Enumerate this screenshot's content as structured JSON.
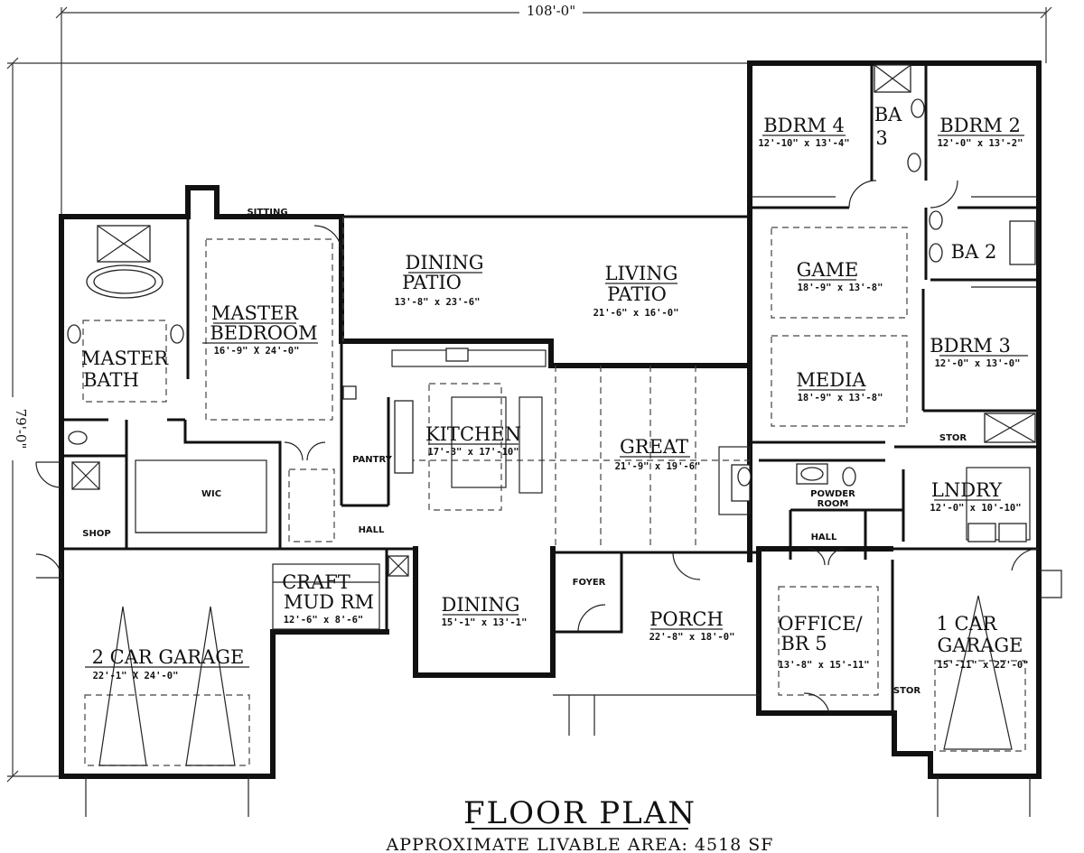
{
  "overall": {
    "width": "108'-0\"",
    "depth": "79'-0\""
  },
  "title": "FLOOR PLAN",
  "subtitle": "APPROXIMATE LIVABLE AREA: 4518 SF",
  "rooms": {
    "bdrm4": {
      "name": "BDRM 4",
      "dims": "12'-10\" x 13'-4\""
    },
    "ba3_line1": "BA",
    "ba3_line2": "3",
    "bdrm2": {
      "name": "BDRM 2",
      "dims": "12'-0\" x 13'-2\""
    },
    "ba2": "BA 2",
    "sitting": "SITTING",
    "master_bedroom": {
      "line1": "MASTER",
      "line2": "BEDROOM",
      "dims": "16'-9\" X 24'-0\""
    },
    "dining_patio": {
      "line1": "DINING",
      "line2": "PATIO",
      "dims": "13'-8\" x 23'-6\""
    },
    "living_patio": {
      "line1": "LIVING",
      "line2": "PATIO",
      "dims": "21'-6\" x 16'-0\""
    },
    "game": {
      "name": "GAME",
      "dims": "18'-9\" x 13'-8\""
    },
    "bdrm3": {
      "name": "BDRM 3",
      "dims": "12'-0\" x 13'-0\""
    },
    "master_bath": {
      "line1": "MASTER",
      "line2": "BATH"
    },
    "media": {
      "name": "MEDIA",
      "dims": "18'-9\" x 13'-8\""
    },
    "kitchen": {
      "name": "KITCHEN",
      "dims": "17'-3\" x 17'-10\""
    },
    "pantry": "PANTRY",
    "great": {
      "name": "GREAT",
      "dims": "21'-9\" x 19'-6\""
    },
    "stor_top": "STOR",
    "wic": "WIC",
    "powder": {
      "line1": "POWDER",
      "line2": "ROOM"
    },
    "lndry": {
      "name": "LNDRY",
      "dims": "12'-0\" x 10'-10\""
    },
    "shop": "SHOP",
    "hall_left": "HALL",
    "hall_right": "HALL",
    "craft": {
      "line1": "CRAFT",
      "line2": "MUD RM",
      "dims": "12'-6\" x 8'-6\""
    },
    "dining": {
      "name": "DINING",
      "dims": "15'-1\" x 13'-1\""
    },
    "foyer": "FOYER",
    "porch": {
      "name": "PORCH",
      "dims": "22'-8\" x 18'-0\""
    },
    "office": {
      "line1": "OFFICE/",
      "line2": "BR 5",
      "dims": "13'-8\" x 15'-11\""
    },
    "garage1": {
      "line1": "1 CAR",
      "line2": "GARAGE",
      "dims": "15'-11\" x 22'-0\""
    },
    "stor_bottom": "STOR",
    "garage2": {
      "name": "2 CAR GARAGE",
      "dims": "22'-1\" X 24'-0\""
    }
  }
}
